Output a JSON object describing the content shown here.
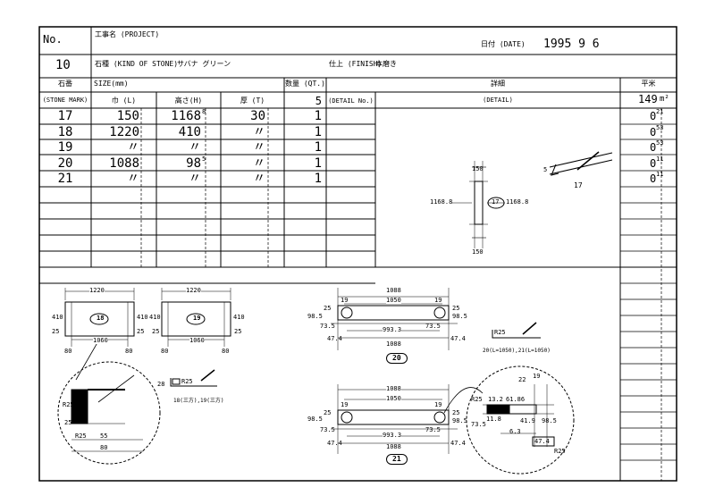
{
  "header": {
    "no_label": "No.",
    "no_value": "10",
    "project_label": "工事名 (PROJECT)",
    "date_label": "日付 (DATE)",
    "date_value": "1995  9  6",
    "kind_label": "石種 (KIND OF STONE)",
    "kind_value": "サバナ グリーン",
    "finish_label": "仕上 (FINISH)",
    "finish_value": "本磨き"
  },
  "columns": {
    "mark_jp": "石番",
    "mark_en": "(STONE MARK)",
    "size": "SIZE(mm)",
    "width": "巾 (L)",
    "height": "高さ(H)",
    "thick": "厚 (T)",
    "qty_label": "数量 (QT.)",
    "qty_total": "5",
    "detail_no": "(DETAIL No.)",
    "detail_jp": "詳細",
    "detail_en": "(DETAIL)",
    "area_jp": "平米",
    "area_total": "149",
    "area_unit": "m²"
  },
  "rows": [
    {
      "mark": "17",
      "width": "150",
      "height": "1168",
      "h_sup": "8",
      "thick": "30",
      "qty": "1",
      "area": "0",
      "area_sup": "21"
    },
    {
      "mark": "18",
      "width": "1220",
      "height": "410",
      "h_sup": "",
      "thick": "〃",
      "qty": "1",
      "area": "0",
      "area_sup": "53"
    },
    {
      "mark": "19",
      "width": "〃",
      "height": "〃",
      "h_sup": "",
      "thick": "〃",
      "qty": "1",
      "area": "0",
      "area_sup": "53"
    },
    {
      "mark": "20",
      "width": "1088",
      "height": "98",
      "h_sup": "5",
      "thick": "〃",
      "qty": "1",
      "area": "0",
      "area_sup": "11"
    },
    {
      "mark": "21",
      "width": "〃",
      "height": "〃",
      "h_sup": "",
      "thick": "〃",
      "qty": "1",
      "area": "0",
      "area_sup": "11"
    }
  ],
  "drawings": {
    "d17_width": "150",
    "d17_height_left": "1168.8",
    "d17_height_right": "1168.8",
    "d17_tag": "17",
    "d17_side_label": "17",
    "d17_side_five": "5",
    "d18_width": "1220",
    "d18_inner": "1060",
    "d18_side": "410",
    "d18_edge": "25",
    "d18_margin": "80",
    "d18_tag": "18",
    "d19_tag": "19",
    "corner_r": "R25",
    "corner_w": "55",
    "corner_total": "80",
    "corner_28": "28",
    "corner_r25_2": "R25",
    "note_18_19": "18(三方),19(三方)",
    "d20_total": "1088",
    "d20_inner": "1050",
    "d20_19a": "19",
    "d20_19b": "19",
    "d20_25a": "25",
    "d20_25b": "25",
    "d20_985a": "98.5",
    "d20_985b": "98.5",
    "d20_735a": "73.5",
    "d20_735b": "73.5",
    "d20_mid": "993.3",
    "d20_474a": "47.4",
    "d20_474b": "47.4",
    "d20_bottom": "1088",
    "d20_tag": "20",
    "d21_tag": "21",
    "note_20_21": "20(L=1050),21(L=1050)",
    "r25_label": "R25",
    "det_22": "22",
    "det_19": "19",
    "det_r25": "R25",
    "det_132": "13.2",
    "det_6186": "61.86",
    "det_118": "11.8",
    "det_419": "41.9",
    "det_985": "98.5",
    "det_735": "73.5",
    "det_63": "6.3",
    "det_474": "47.4",
    "det_r25b": "R25"
  }
}
